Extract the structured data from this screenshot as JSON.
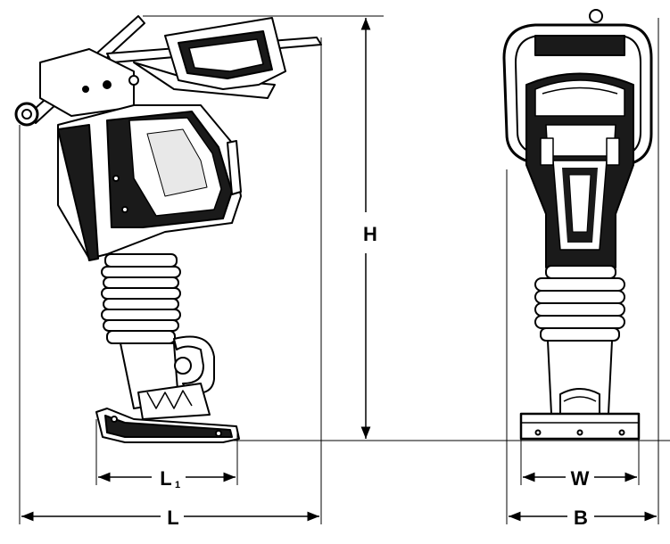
{
  "dimensions": {
    "height_label": "H",
    "length_label": "L",
    "foot_length_label": "L",
    "foot_length_subscript": "1",
    "foot_width_label": "W",
    "overall_width_label": "B"
  },
  "colors": {
    "line": "#000000",
    "body_dark": "#1a1a1a",
    "body_light": "#ffffff",
    "shade": "#cfcfcf"
  }
}
